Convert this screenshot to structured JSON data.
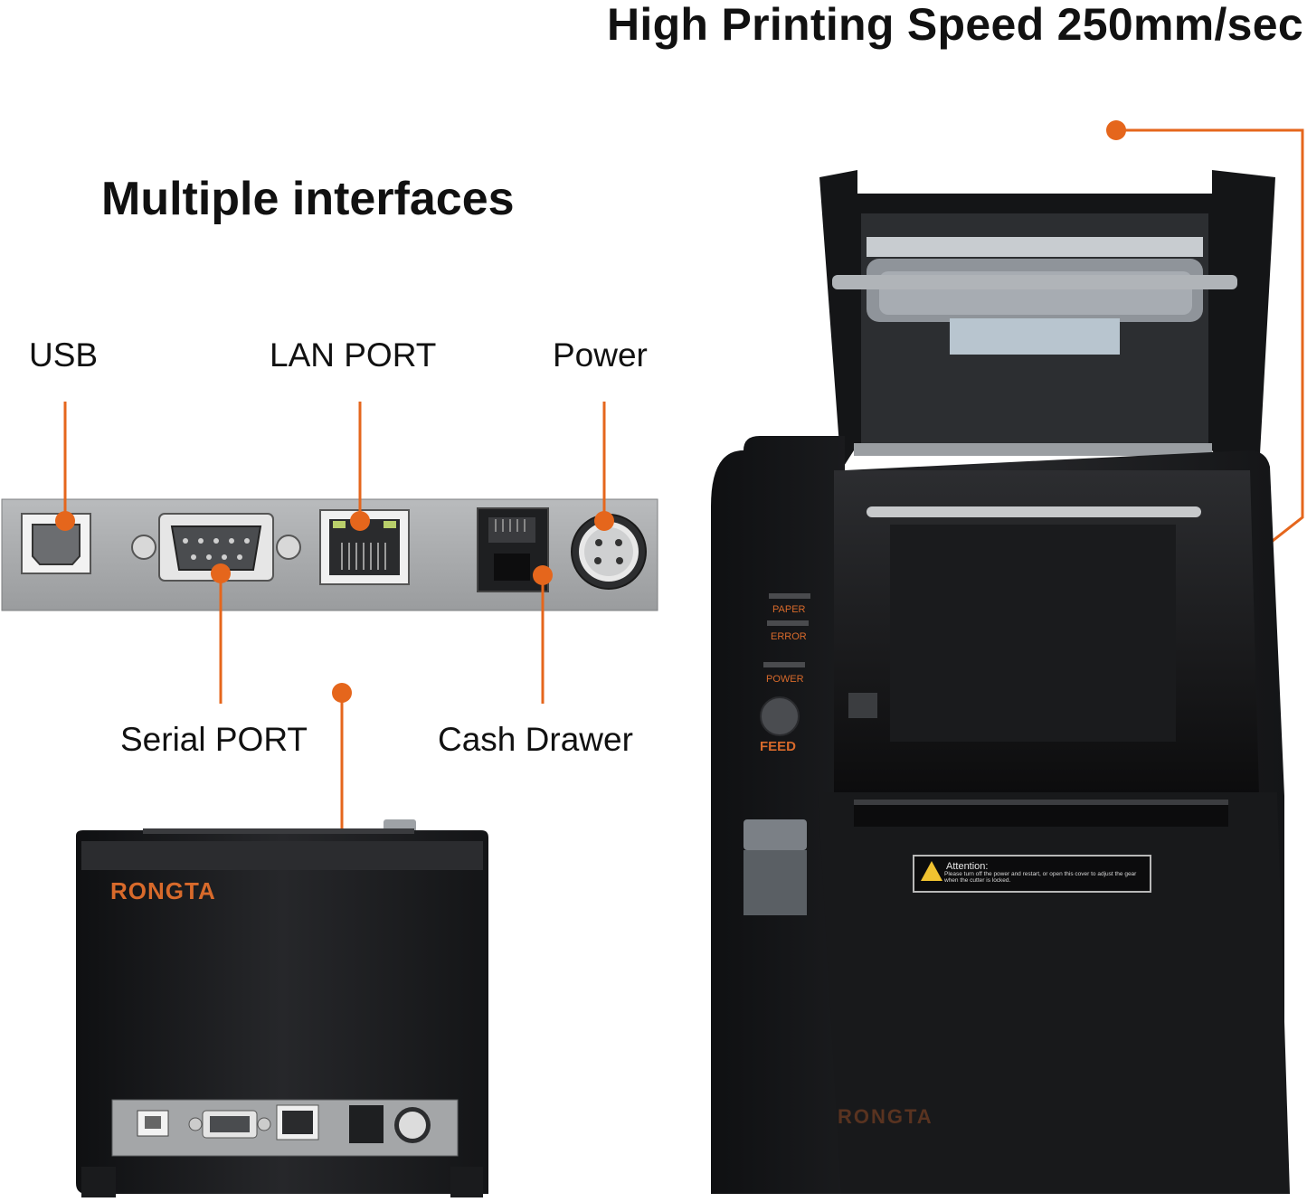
{
  "headline": "High Printing Speed 250mm/sec",
  "subhead": "Multiple interfaces",
  "ports": {
    "usb": "USB",
    "lan": "LAN PORT",
    "power": "Power",
    "serial": "Serial PORT",
    "cash_drawer": "Cash Drawer"
  },
  "printer": {
    "brand": "RONGTA",
    "panel": {
      "paper": "PAPER",
      "error": "ERROR",
      "power": "POWER",
      "feed": "FEED"
    },
    "warning": {
      "title": "Attention:",
      "text": "Please turn off the power and restart, or open this cover to adjust the gear when the cutter is locked."
    }
  },
  "colors": {
    "accent": "#e5661c",
    "printer_body": "#1b1c1e",
    "port_panel": "#a9abad"
  }
}
